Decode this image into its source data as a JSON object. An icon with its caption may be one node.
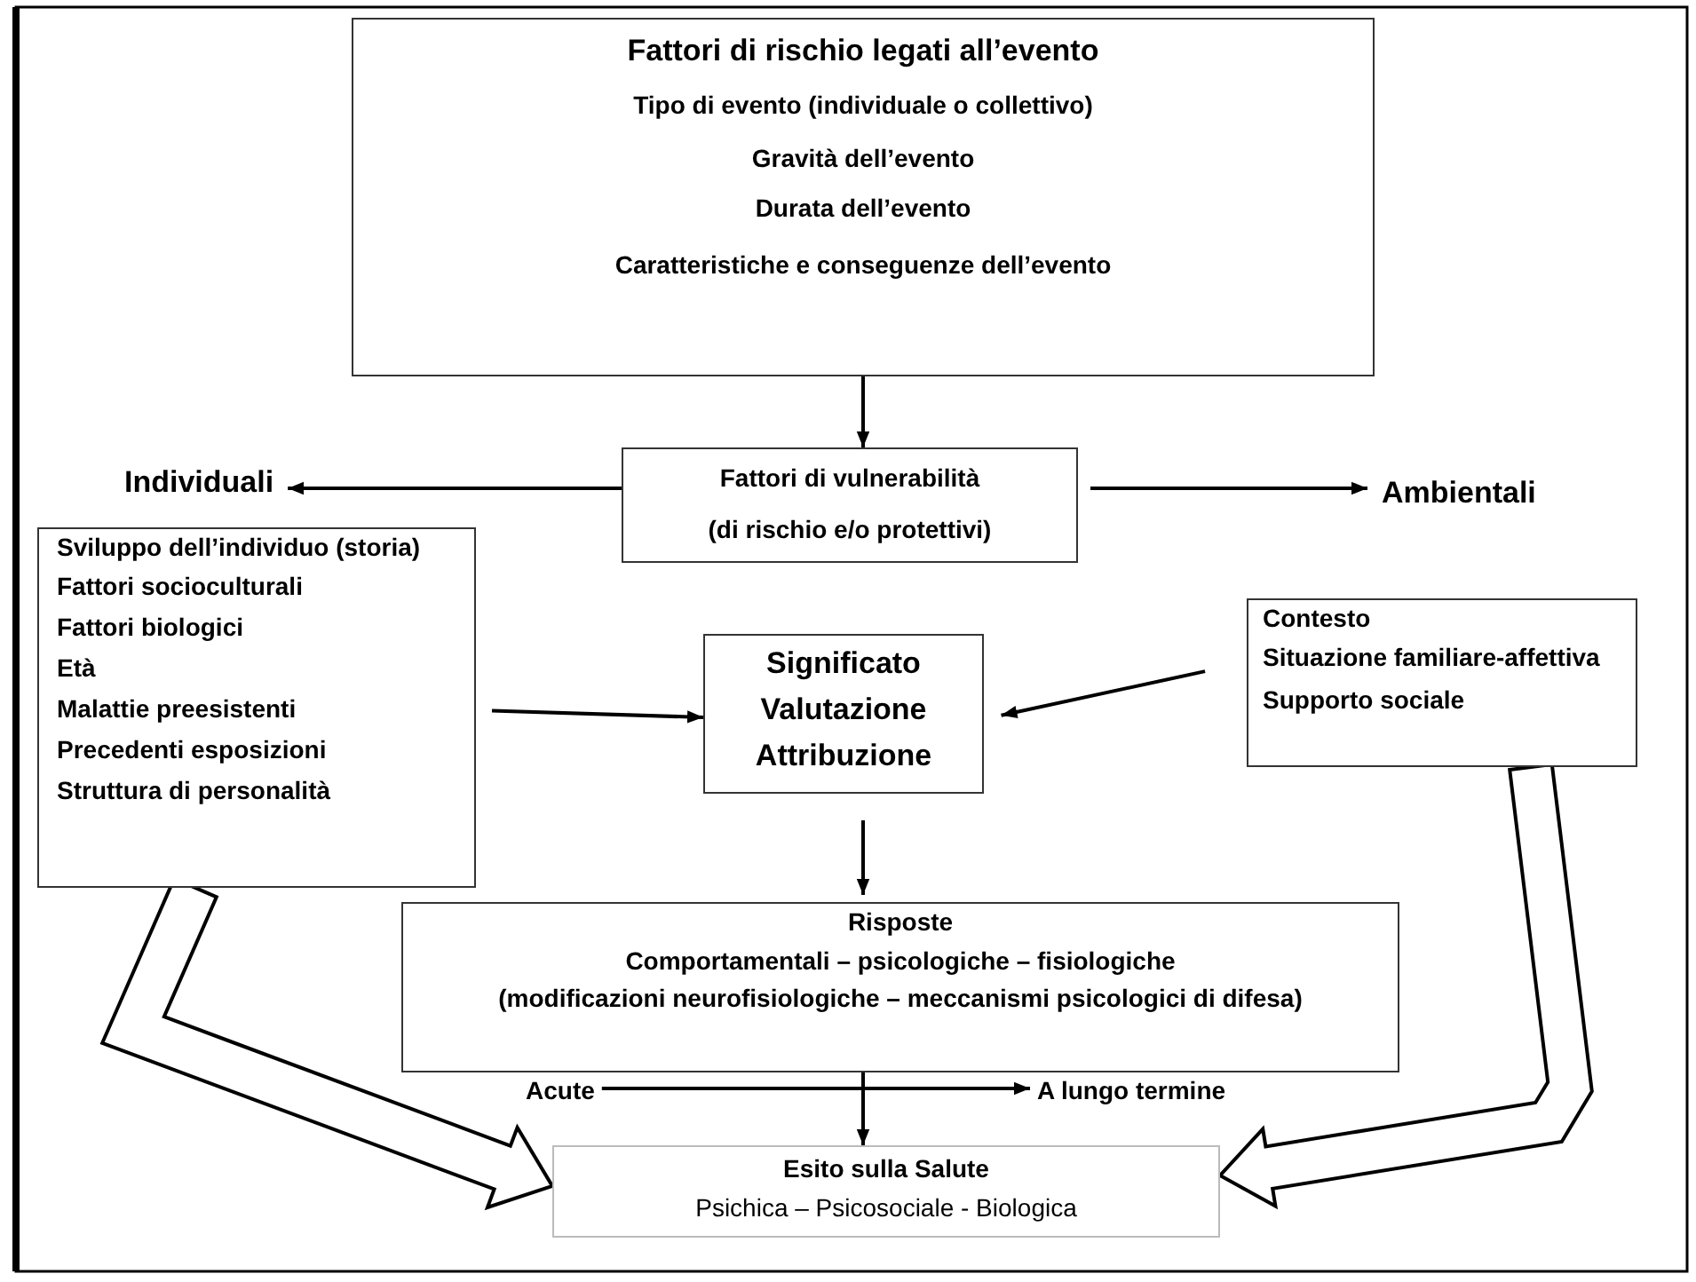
{
  "diagram": {
    "nodes": [
      {
        "text": [
          "Fattori di rischio legati all’evento",
          "Tipo di evento (individuale o collettivo)",
          "Gravità dell’evento",
          "Durata dell’evento",
          "Caratteristiche e conseguenze dell’evento"
        ]
      },
      {
        "text": [
          "Fattori di vulnerabilità",
          "(di rischio e/o protettivi)"
        ]
      },
      {
        "text": [
          "Individuali"
        ]
      },
      {
        "text": [
          "Ambientali"
        ]
      },
      {
        "text": [
          "Sviluppo dell’individuo (storia)",
          "Fattori socioculturali",
          "Fattori biologici",
          "Età",
          "Malattie preesistenti",
          "Precedenti esposizioni",
          "Struttura di personalità"
        ]
      },
      {
        "text": [
          "Significato",
          "Valutazione",
          "Attribuzione"
        ]
      },
      {
        "text": [
          "Contesto",
          "Situazione familiare-affettiva",
          "Supporto sociale"
        ]
      },
      {
        "text": [
          "Risposte",
          "Comportamentali – psicologiche – fisiologiche",
          "(modificazioni neurofisiologiche – meccanismi psicologici di difesa)"
        ]
      },
      {
        "text": [
          "Acute"
        ]
      },
      {
        "text": [
          "A lungo termine"
        ]
      },
      {
        "text": [
          "Esito sulla Salute",
          "Psichica – Psicosociale - Biologica"
        ]
      }
    ],
    "edges": [
      {
        "from": 0,
        "to": 1,
        "arrow": "to"
      },
      {
        "from": 1,
        "to": 2,
        "arrow": "to"
      },
      {
        "from": 1,
        "to": 3,
        "arrow": "to"
      },
      {
        "from": 4,
        "to": 5,
        "arrow": "to"
      },
      {
        "from": 6,
        "to": 5,
        "arrow": "to"
      },
      {
        "from": 5,
        "to": 7,
        "arrow": "to"
      },
      {
        "from": 8,
        "to": 9,
        "arrow": "to"
      },
      {
        "from": 7,
        "to": 10,
        "arrow": "to"
      },
      {
        "from": 4,
        "to": 10,
        "arrow": "to",
        "style": "thick"
      },
      {
        "from": 6,
        "to": 10,
        "arrow": "to",
        "style": "thick"
      }
    ]
  }
}
